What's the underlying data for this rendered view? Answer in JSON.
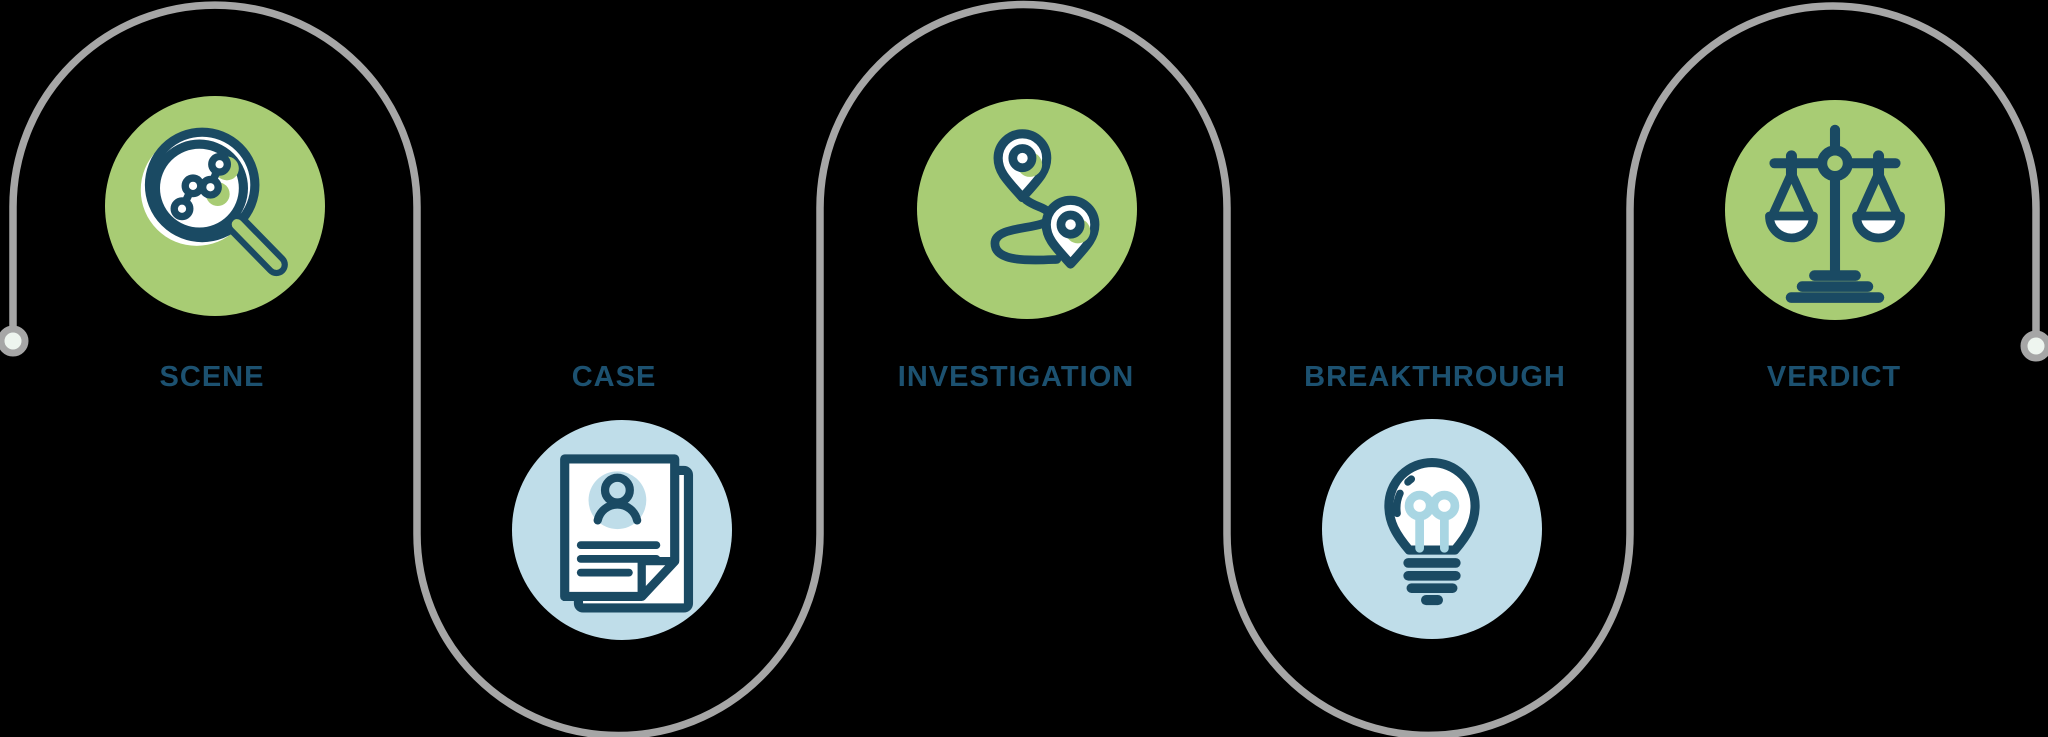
{
  "diagram": {
    "type": "process-timeline",
    "steps": [
      {
        "label": "SCENE",
        "icon": "magnifying-glass-chart-icon",
        "circle_color": "#a8cc74",
        "position": "top"
      },
      {
        "label": "CASE",
        "icon": "case-file-icon",
        "circle_color": "#bfdde9",
        "position": "bottom"
      },
      {
        "label": "INVESTIGATION",
        "icon": "route-map-pins-icon",
        "circle_color": "#a8cc74",
        "position": "top"
      },
      {
        "label": "BREAKTHROUGH",
        "icon": "lightbulb-icon",
        "circle_color": "#bfdde9",
        "position": "bottom"
      },
      {
        "label": "VERDICT",
        "icon": "scales-of-justice-icon",
        "circle_color": "#a8cc74",
        "position": "top"
      }
    ],
    "colors": {
      "green": "#a8cc74",
      "light_blue": "#bfdde9",
      "navy": "#1a4a63",
      "label_text": "#1c5170",
      "path_gray": "#a6a6a6",
      "background": "#000000"
    }
  }
}
